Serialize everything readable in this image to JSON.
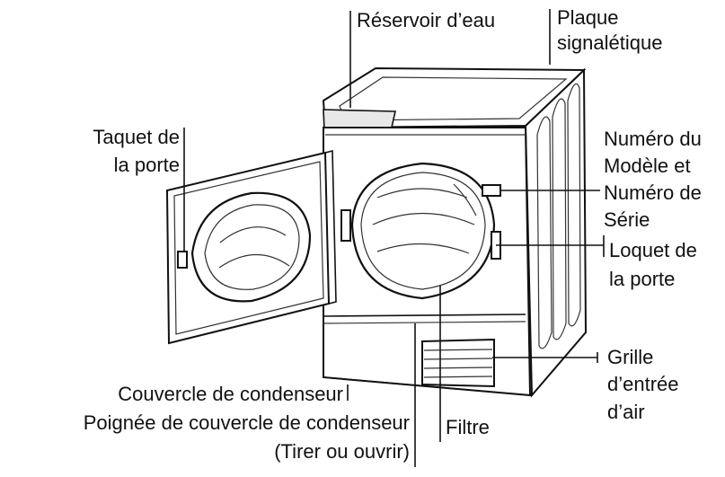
{
  "labels": {
    "water_tank": "Réservoir d’eau",
    "rating_plate_line1": "Plaque",
    "rating_plate_line2": "signalétique",
    "door_catch_line1": "Taquet de",
    "door_catch_line2": "la porte",
    "model_serial_line1": "Numéro du",
    "model_serial_line2": "Modèle et",
    "model_serial_line3": "Numéro de",
    "model_serial_line4": "Série",
    "door_latch_line1": "Loquet de",
    "door_latch_line2": "la porte",
    "air_grille_line1": "Grille",
    "air_grille_line2": "d’entrée",
    "air_grille_line3": "d’air",
    "condenser_cover": "Couvercle de condenseur",
    "condenser_handle": "Poignée de couvercle de condenseur",
    "pull_open": "(Tirer ou ouvrir)",
    "filter": "Filtre"
  },
  "icons": {
    "appliance": "condenser-dryer-illustration"
  }
}
